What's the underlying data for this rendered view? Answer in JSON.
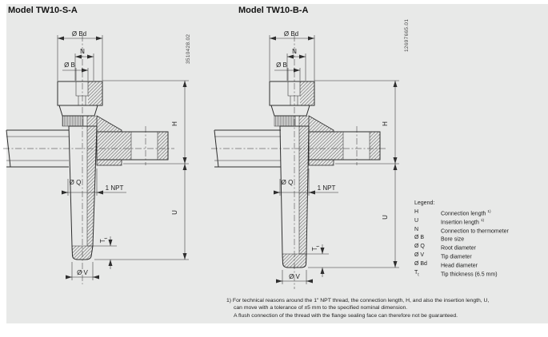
{
  "colors": {
    "panel_bg": "#e8e9e8",
    "line": "#2e2e2e",
    "text": "#1c1c1c"
  },
  "drawings": {
    "left": {
      "title": "Model TW10-S-A",
      "doc_number": "3510428.02"
    },
    "right": {
      "title": "Model TW10-B-A",
      "doc_number": "12697665.01"
    }
  },
  "dim_labels": {
    "head_diameter": "Ø Bd",
    "connection": "N",
    "bore": "Ø B",
    "connection_length": "H",
    "insertion_length": "U",
    "root_diameter": "Ø Q",
    "thread": "1 NPT",
    "tip_thickness_main": "T",
    "tip_thickness_sub": "t",
    "tip_diameter": "Ø V"
  },
  "legend": {
    "title": "Legend:",
    "items": [
      {
        "sym": "H",
        "sym_sub": "",
        "desc": "Connection length ",
        "sup": "1)"
      },
      {
        "sym": "U",
        "sym_sub": "",
        "desc": "Insertion length ",
        "sup": "1)"
      },
      {
        "sym": "N",
        "sym_sub": "",
        "desc": "Connection to thermometer",
        "sup": ""
      },
      {
        "sym": "Ø B",
        "sym_sub": "",
        "desc": "Bore size",
        "sup": ""
      },
      {
        "sym": "Ø Q",
        "sym_sub": "",
        "desc": "Root diameter",
        "sup": ""
      },
      {
        "sym": "Ø V",
        "sym_sub": "",
        "desc": "Tip diameter",
        "sup": ""
      },
      {
        "sym": "Ø Bd",
        "sym_sub": "",
        "desc": "Head diameter",
        "sup": ""
      },
      {
        "sym": "T",
        "sym_sub": "t",
        "desc": "Tip thickness (6.5 mm)",
        "sup": ""
      }
    ]
  },
  "footnote": {
    "lines": [
      "1) For technical reasons around the 1\" NPT thread, the connection length, H, and also the insertion length, U,",
      "can move with a tolerance of ±5 mm to the specified nominal dimension.",
      "A flush connection of the thread with the flange sealing face can therefore not be guaranteed."
    ]
  }
}
